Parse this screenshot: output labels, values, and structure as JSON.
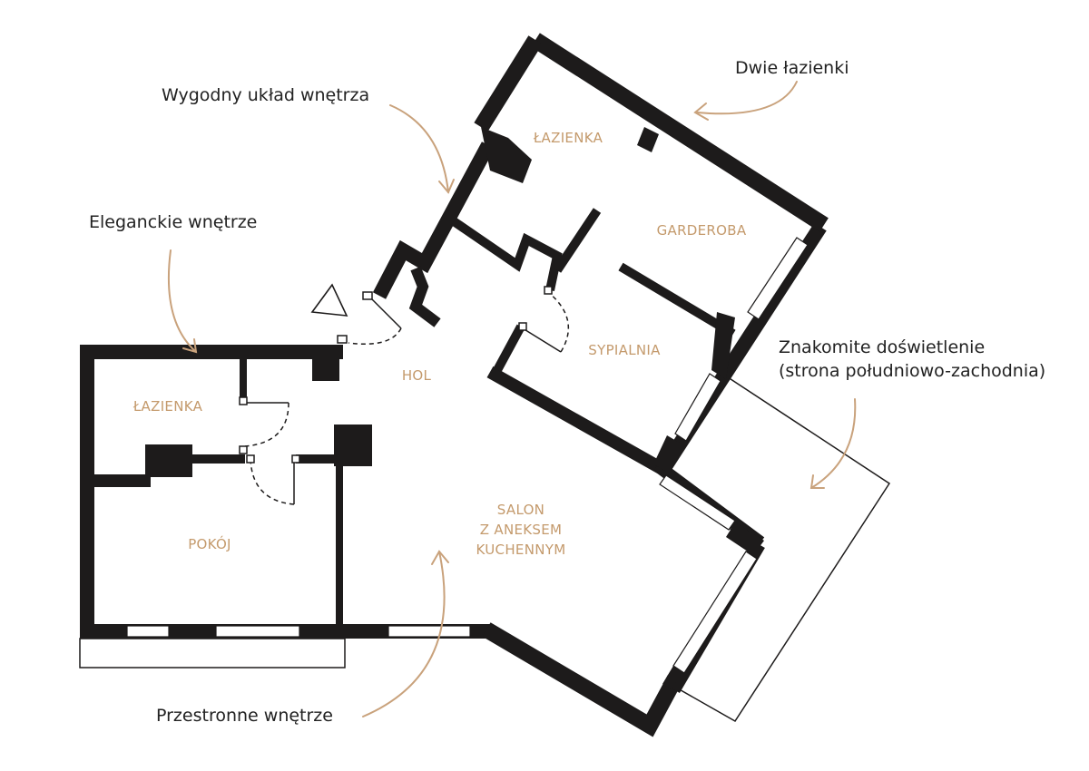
{
  "colors": {
    "wall": "#1d1b1b",
    "room_label": "#c49a6c",
    "arrow": "#c9a27c",
    "annotation_text": "#222222",
    "outline": "#1d1b1b"
  },
  "rooms": {
    "bathroom_top": "ŁAZIENKA",
    "wardrobe": "GARDEROBA",
    "bedroom": "SYPIALNIA",
    "hall": "HOL",
    "bathroom_left": "ŁAZIENKA",
    "room": "POKÓJ",
    "living_line1": "SALON",
    "living_line2": "Z ANEKSEM",
    "living_line3": "KUCHENNYM"
  },
  "annotations": {
    "two_bathrooms": "Dwie łazienki",
    "comfortable_layout": "Wygodny układ wnętrza",
    "elegant_interior": "Eleganckie wnętrze",
    "great_lighting_line1": "Znakomite doświetlenie",
    "great_lighting_line2": "(strona południowo-zachodnia)",
    "spacious_interior": "Przestronne wnętrze"
  },
  "icons": {
    "entrance": "entrance-triangle-icon"
  }
}
